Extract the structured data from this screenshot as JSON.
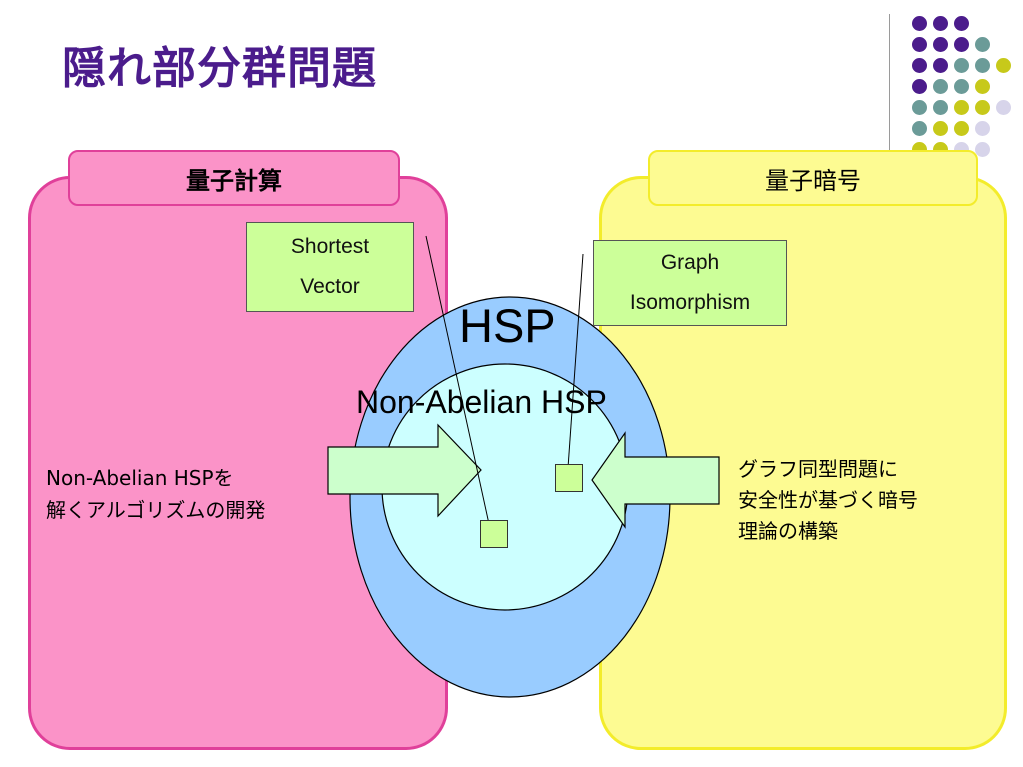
{
  "title": "隠れ部分群問題",
  "left_panel": {
    "header": "量子計算",
    "description_lines": [
      "Non-Abelian HSPを",
      "解くアルゴリズムの開発"
    ]
  },
  "right_panel": {
    "header": "量子暗号",
    "description_lines": [
      "グラフ同型問題に",
      "安全性が基づく暗号",
      "理論の構築"
    ]
  },
  "center": {
    "outer_label": "HSP",
    "inner_label": "Non-Abelian HSP"
  },
  "problems": {
    "shortest_vector": [
      "Shortest",
      "Vector"
    ],
    "graph_isomorphism": [
      "Graph",
      "Isomorphism"
    ]
  },
  "colors": {
    "title": "#4b1c8c",
    "quantum_computing": "#fb93c8",
    "quantum_crypto": "#fdfb92",
    "hsp": "#99ccff",
    "non_abelian_hsp": "#ccffff",
    "problem_box": "#ccff99",
    "dot_purple": "#4b1c8c",
    "dot_teal": "#6b9b98",
    "dot_olive": "#c7c91a",
    "dot_lavender": "#d7d4ea"
  }
}
